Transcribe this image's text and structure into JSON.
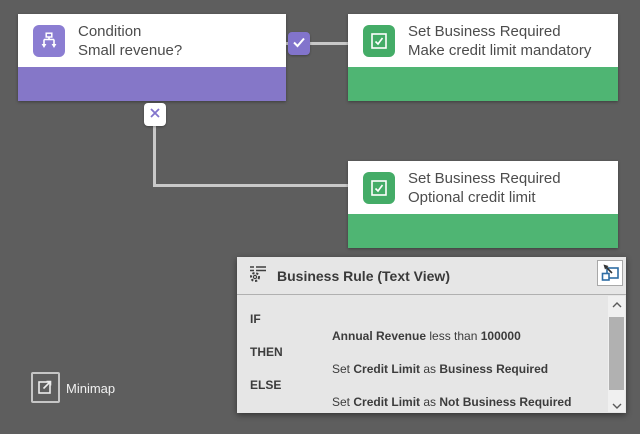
{
  "canvas": {
    "background_color": "#5e5e5e",
    "connector_color": "#c9c9c9"
  },
  "nodes": {
    "condition": {
      "title": "Condition",
      "subtitle": "Small revenue?",
      "accent_color": "#8577c8",
      "icon": "branch-icon"
    },
    "action_true": {
      "title": "Set Business Required",
      "subtitle": "Make credit limit mandatory",
      "accent_color": "#4fb573",
      "icon": "checkbox-icon"
    },
    "action_false": {
      "title": "Set Business Required",
      "subtitle": "Optional credit limit",
      "accent_color": "#4fb573",
      "icon": "checkbox-icon"
    }
  },
  "branches": {
    "true_badge_icon": "check-icon",
    "true_badge_color": "#8274cc",
    "false_badge_icon": "cross-icon",
    "false_badge_color": "#ffffff"
  },
  "text_view": {
    "title": "Business Rule (Text View)",
    "header_icon": "business-rule-icon",
    "popout_icon": "popout-icon",
    "if_label": "IF",
    "if_field": "Annual Revenue",
    "if_operator": " less than ",
    "if_value": "100000",
    "then_label": "THEN",
    "then_pre": "Set ",
    "then_field": "Credit Limit",
    "then_mid": " as ",
    "then_value": "Business Required",
    "else_label": "ELSE",
    "else_pre": "Set ",
    "else_field": "Credit Limit",
    "else_mid": " as ",
    "else_value": "Not Business Required"
  },
  "minimap": {
    "label": "Minimap",
    "icon": "minimap-expand-icon"
  }
}
